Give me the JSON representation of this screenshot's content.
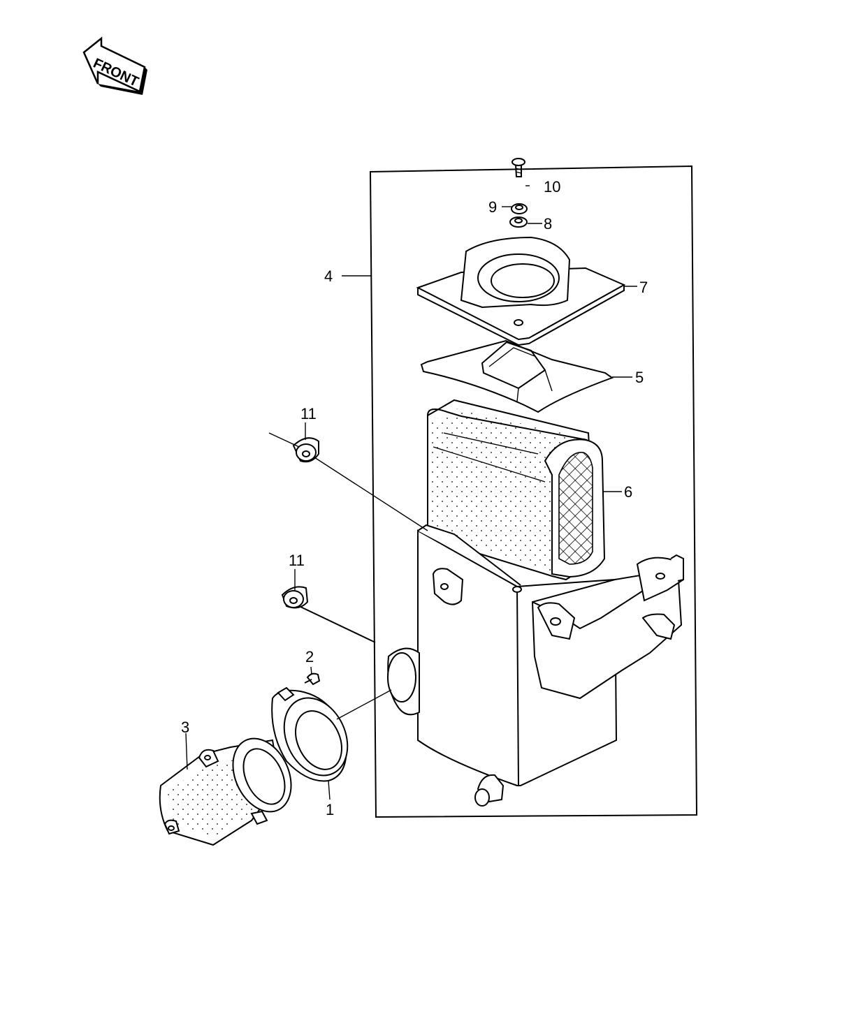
{
  "front_arrow": {
    "text": "FRONT"
  },
  "callouts": {
    "c1": "1",
    "c2": "2",
    "c3": "3",
    "c4": "4",
    "c5": "5",
    "c6": "6",
    "c7": "7",
    "c8": "8",
    "c9": "9",
    "c10": "10",
    "c11a": "11",
    "c11b": "11"
  }
}
